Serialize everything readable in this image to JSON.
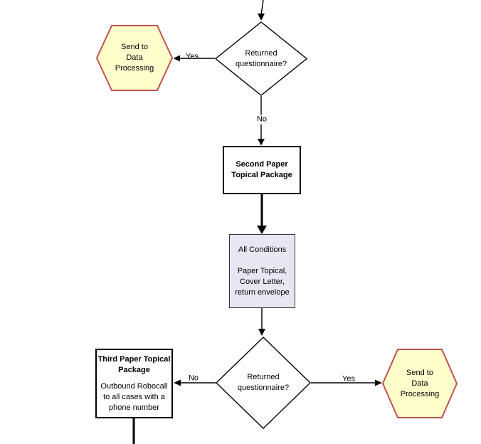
{
  "flowchart": {
    "colors": {
      "background": "#FFFFFF",
      "hexagon_fill": "#FFFFCC",
      "hexagon_border": "#C0504D",
      "conditions_fill": "#E7E7F3",
      "conditions_border": "#36363E",
      "shape_border": "#000000",
      "connector": "#000000"
    },
    "nodes": {
      "hexagon_top": {
        "label": "Send to\nData\nProcessing"
      },
      "diamond_top": {
        "label": "Returned\nquestionnaire?"
      },
      "rect_second": {
        "label": "Second Paper\nTopical Package"
      },
      "rect_conditions": {
        "label": "All Conditions\n\nPaper Topical,\nCover Letter,\nreturn envelope"
      },
      "diamond_bottom": {
        "label": "Returned\nquestionnaire?"
      },
      "rect_third": {
        "title": "Third Paper Topical\nPackage",
        "body": "Outbound Robocall\nto all cases with a\nphone number"
      },
      "hexagon_bottom": {
        "label": "Send to\nData\nProcessing"
      }
    },
    "edge_labels": {
      "yes_top": "Yes",
      "no_top": "No",
      "no_bottom": "No",
      "yes_bottom": "Yes"
    }
  }
}
